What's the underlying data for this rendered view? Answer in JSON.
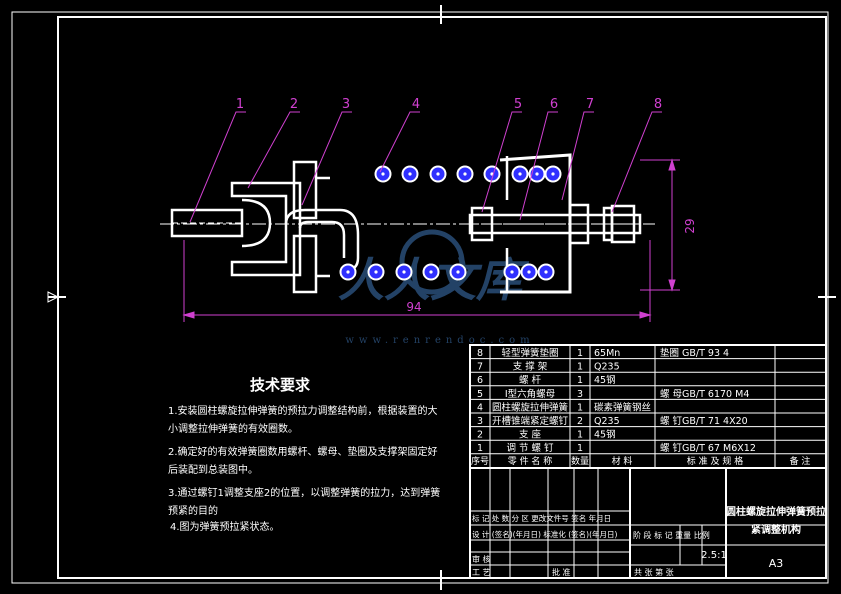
{
  "balloons": [
    "1",
    "2",
    "3",
    "4",
    "5",
    "6",
    "7",
    "8"
  ],
  "dims": {
    "width": "94",
    "height": "29"
  },
  "watermark": {
    "brand": "人人文库",
    "url": "www.renrendoc.com"
  },
  "tech": {
    "title": "技术要求",
    "lines": [
      "1.安装圆柱螺旋拉伸弹簧的预拉力调整结构前，根据装置的大",
      "小调整拉伸弹簧的有效圈数。",
      "2.确定好的有效弹簧圈数用螺杆、螺母、垫圈及支撑架固定好",
      "后装配到总装图中。",
      "3.通过螺钉1调整支座2的位置，以调整弹簧的拉力，达到弹簧",
      "预紧的目的",
      "4.图为弹簧预拉紧状态。"
    ]
  },
  "bom": {
    "rows": [
      {
        "no": "8",
        "name": "轻型弹簧垫圈",
        "qty": "1",
        "mat": "65Mn",
        "std": "垫圈 GB/T 93 4"
      },
      {
        "no": "7",
        "name": "支 撑 架",
        "qty": "1",
        "mat": "Q235",
        "std": ""
      },
      {
        "no": "6",
        "name": "螺 杆",
        "qty": "1",
        "mat": "45钢",
        "std": ""
      },
      {
        "no": "5",
        "name": "I型六角螺母",
        "qty": "3",
        "mat": "",
        "std": "螺 母GB/T 6170 M4"
      },
      {
        "no": "4",
        "name": "圆柱螺旋拉伸弹簧",
        "qty": "1",
        "mat": "碳素弹簧钢丝",
        "std": ""
      },
      {
        "no": "3",
        "name": "开槽锥端紧定螺钉",
        "qty": "2",
        "mat": "Q235",
        "std": "螺 钉GB/T 71 4X20"
      },
      {
        "no": "2",
        "name": "支 座",
        "qty": "1",
        "mat": "45钢",
        "std": ""
      },
      {
        "no": "1",
        "name": "调 节 螺 钉",
        "qty": "1",
        "mat": "",
        "std": "螺 钉GB/T 67 M6X12"
      }
    ],
    "header": {
      "no": "序号",
      "name": "零 件 名 称",
      "qty": "数量",
      "mat": "材 料",
      "std": "标 准 及 规 格",
      "note": "备 注"
    }
  },
  "title_block": {
    "drawing_title_1": "圆柱螺旋拉伸弹簧预拉",
    "drawing_title_2": "紧调整机构",
    "rev_row_1": "标 记 处 数 分 区 更改文件号 签名 年月日",
    "rev_row_2": "设 计 (签名)(年月日) 标准化 (签名)(年月日)",
    "stage_row": "阶 段 标 记   重量  比例",
    "scale": "2.5:1",
    "review": "审 核",
    "process": "工 艺",
    "approve": "批 准",
    "sheets": "共    张  第    张",
    "size": "A3"
  },
  "colors": {
    "line": "#ffffff",
    "leader": "#d040d0",
    "spring": "#3030ff",
    "dim": "#d040d0"
  }
}
